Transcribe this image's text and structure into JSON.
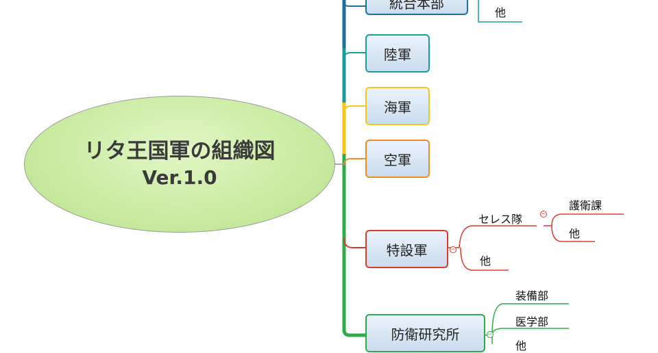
{
  "root": {
    "line1": "リタ王国軍の組織図",
    "line2": "Ver.1.0"
  },
  "branches": {
    "top": {
      "label": "統合本部",
      "child": "他"
    },
    "army": {
      "label": "陸軍"
    },
    "navy": {
      "label": "海軍"
    },
    "airforce": {
      "label": "空軍"
    },
    "special": {
      "label": "特設軍",
      "sub1": {
        "label": "セレス隊",
        "children": [
          "護衛課",
          "他"
        ]
      },
      "sub2": "他"
    },
    "research": {
      "label": "防衛研究所",
      "children": [
        "装備部",
        "医学部",
        "他"
      ]
    }
  },
  "collapse_symbol": "−",
  "colors": {
    "teal": "#1a9c9c",
    "blue": "#1a6f9c",
    "yellow": "#f5c518",
    "orange": "#f08a24",
    "green": "#2daa4a",
    "red": "#d93b2b"
  }
}
